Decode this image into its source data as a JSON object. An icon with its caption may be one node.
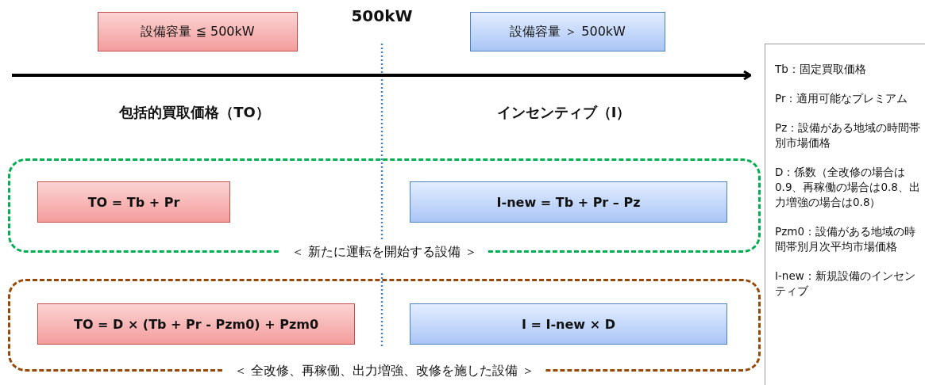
{
  "diagram": {
    "nodes": [
      {
        "text": [
          "設備容量 ≦ 500kW"
        ]
      },
      {
        "text": [
          "設備容量 ＞ 500kW"
        ]
      },
      {
        "text": [
          "＜ 新たに運転を開始する設備 ＞"
        ]
      },
      {
        "text": [
          "TO = Tb + Pr"
        ],
        "in": 2
      },
      {
        "text": [
          "I-new = Tb + Pr – Pz"
        ],
        "in": 2
      },
      {
        "text": [
          "＜ 全改修、再稼働、出力増強、改修を施した設備 ＞"
        ]
      },
      {
        "text": [
          "TO = D × (Tb + Pr - Pzm0) + Pzm0"
        ],
        "in": 5
      },
      {
        "text": [
          "I = I-new × D"
        ],
        "in": 5
      },
      {
        "text": [
          "Tb：固定買取価格",
          "Pr：適用可能なプレミアム",
          "Pz：設備がある地域の時間帯別市場価格",
          "D：係数（全改修の場合は0.9、再稼働の場合は0.8、出力増強の場合は0.8）",
          "Pzm0：設備がある地域の時間帯別月次平均市場価格",
          "I-new：新規設備のインセンティブ"
        ]
      }
    ],
    "labels": [
      "500kW",
      "包括的買取価格（TO）",
      "インセンティブ（I）"
    ]
  }
}
